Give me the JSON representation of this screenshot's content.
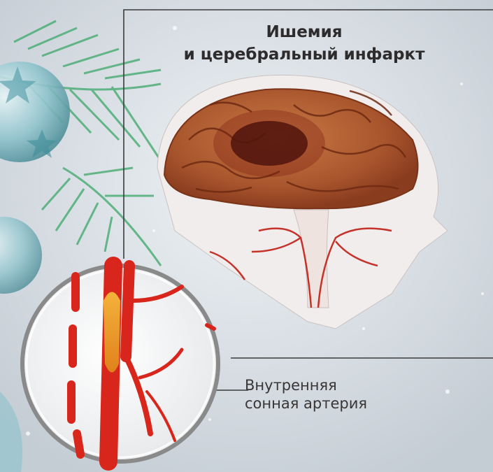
{
  "title": {
    "line1": "Ишемия",
    "line2": "и церебральный инфаркт"
  },
  "label": {
    "line1": "Внутренняя",
    "line2": "сонная артерия"
  },
  "colors": {
    "artery": "#d9261c",
    "brain_tissue": "#b8683a",
    "infarct": "#3a0f0a",
    "frame_line": "#3b3b3b"
  }
}
